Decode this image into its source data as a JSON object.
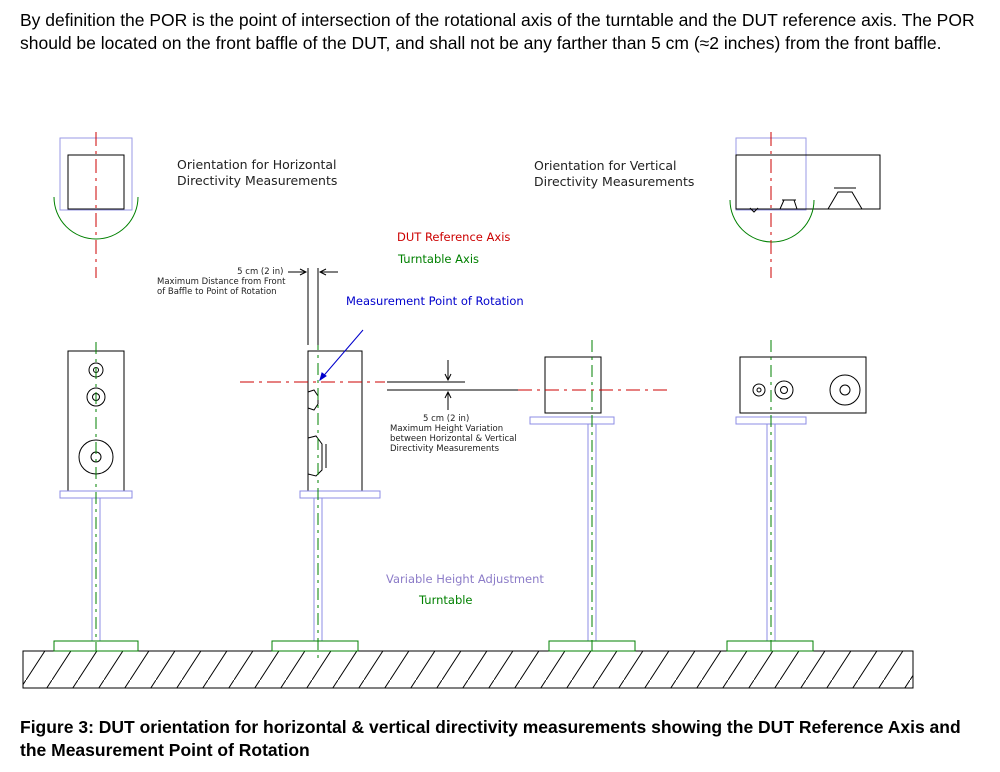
{
  "intro_text": "By definition the POR is the point of intersection of the rotational axis of the turntable and the DUT reference axis. The POR should be located on the front baffle of the DUT, and shall not be any farther than 5 cm (≈2 inches) from the front baffle.",
  "labels": {
    "horizontal_orientation": [
      "Orientation for Horizontal",
      "Directivity Measurements"
    ],
    "vertical_orientation": [
      "Orientation for Vertical",
      "Directivity Measurements"
    ],
    "dut_reference_axis": "DUT Reference Axis",
    "turntable_axis": "Turntable Axis",
    "measurement_por": "Measurement Point of Rotation",
    "max_distance": [
      "5 cm (2 in)",
      "Maximum Distance from Front",
      "of Baffle to Point of Rotation"
    ],
    "max_height": [
      "5 cm (2 in)",
      "Maximum Height Variation",
      "between Horizontal & Vertical",
      "Directivity Measurements"
    ],
    "variable_height": "Variable Height Adjustment",
    "turntable": "Turntable"
  },
  "colors": {
    "dut_reference_axis": "#cc0000",
    "turntable_axis": "#008000",
    "measurement_por": "#0000cc",
    "variable_height": "#8c7cc8",
    "turntable": "#008000",
    "stand": "#8c8ce6"
  },
  "caption": "Figure 3:  DUT orientation for horizontal & vertical directivity measurements showing the DUT Reference Axis and the Measurement Point of Rotation"
}
